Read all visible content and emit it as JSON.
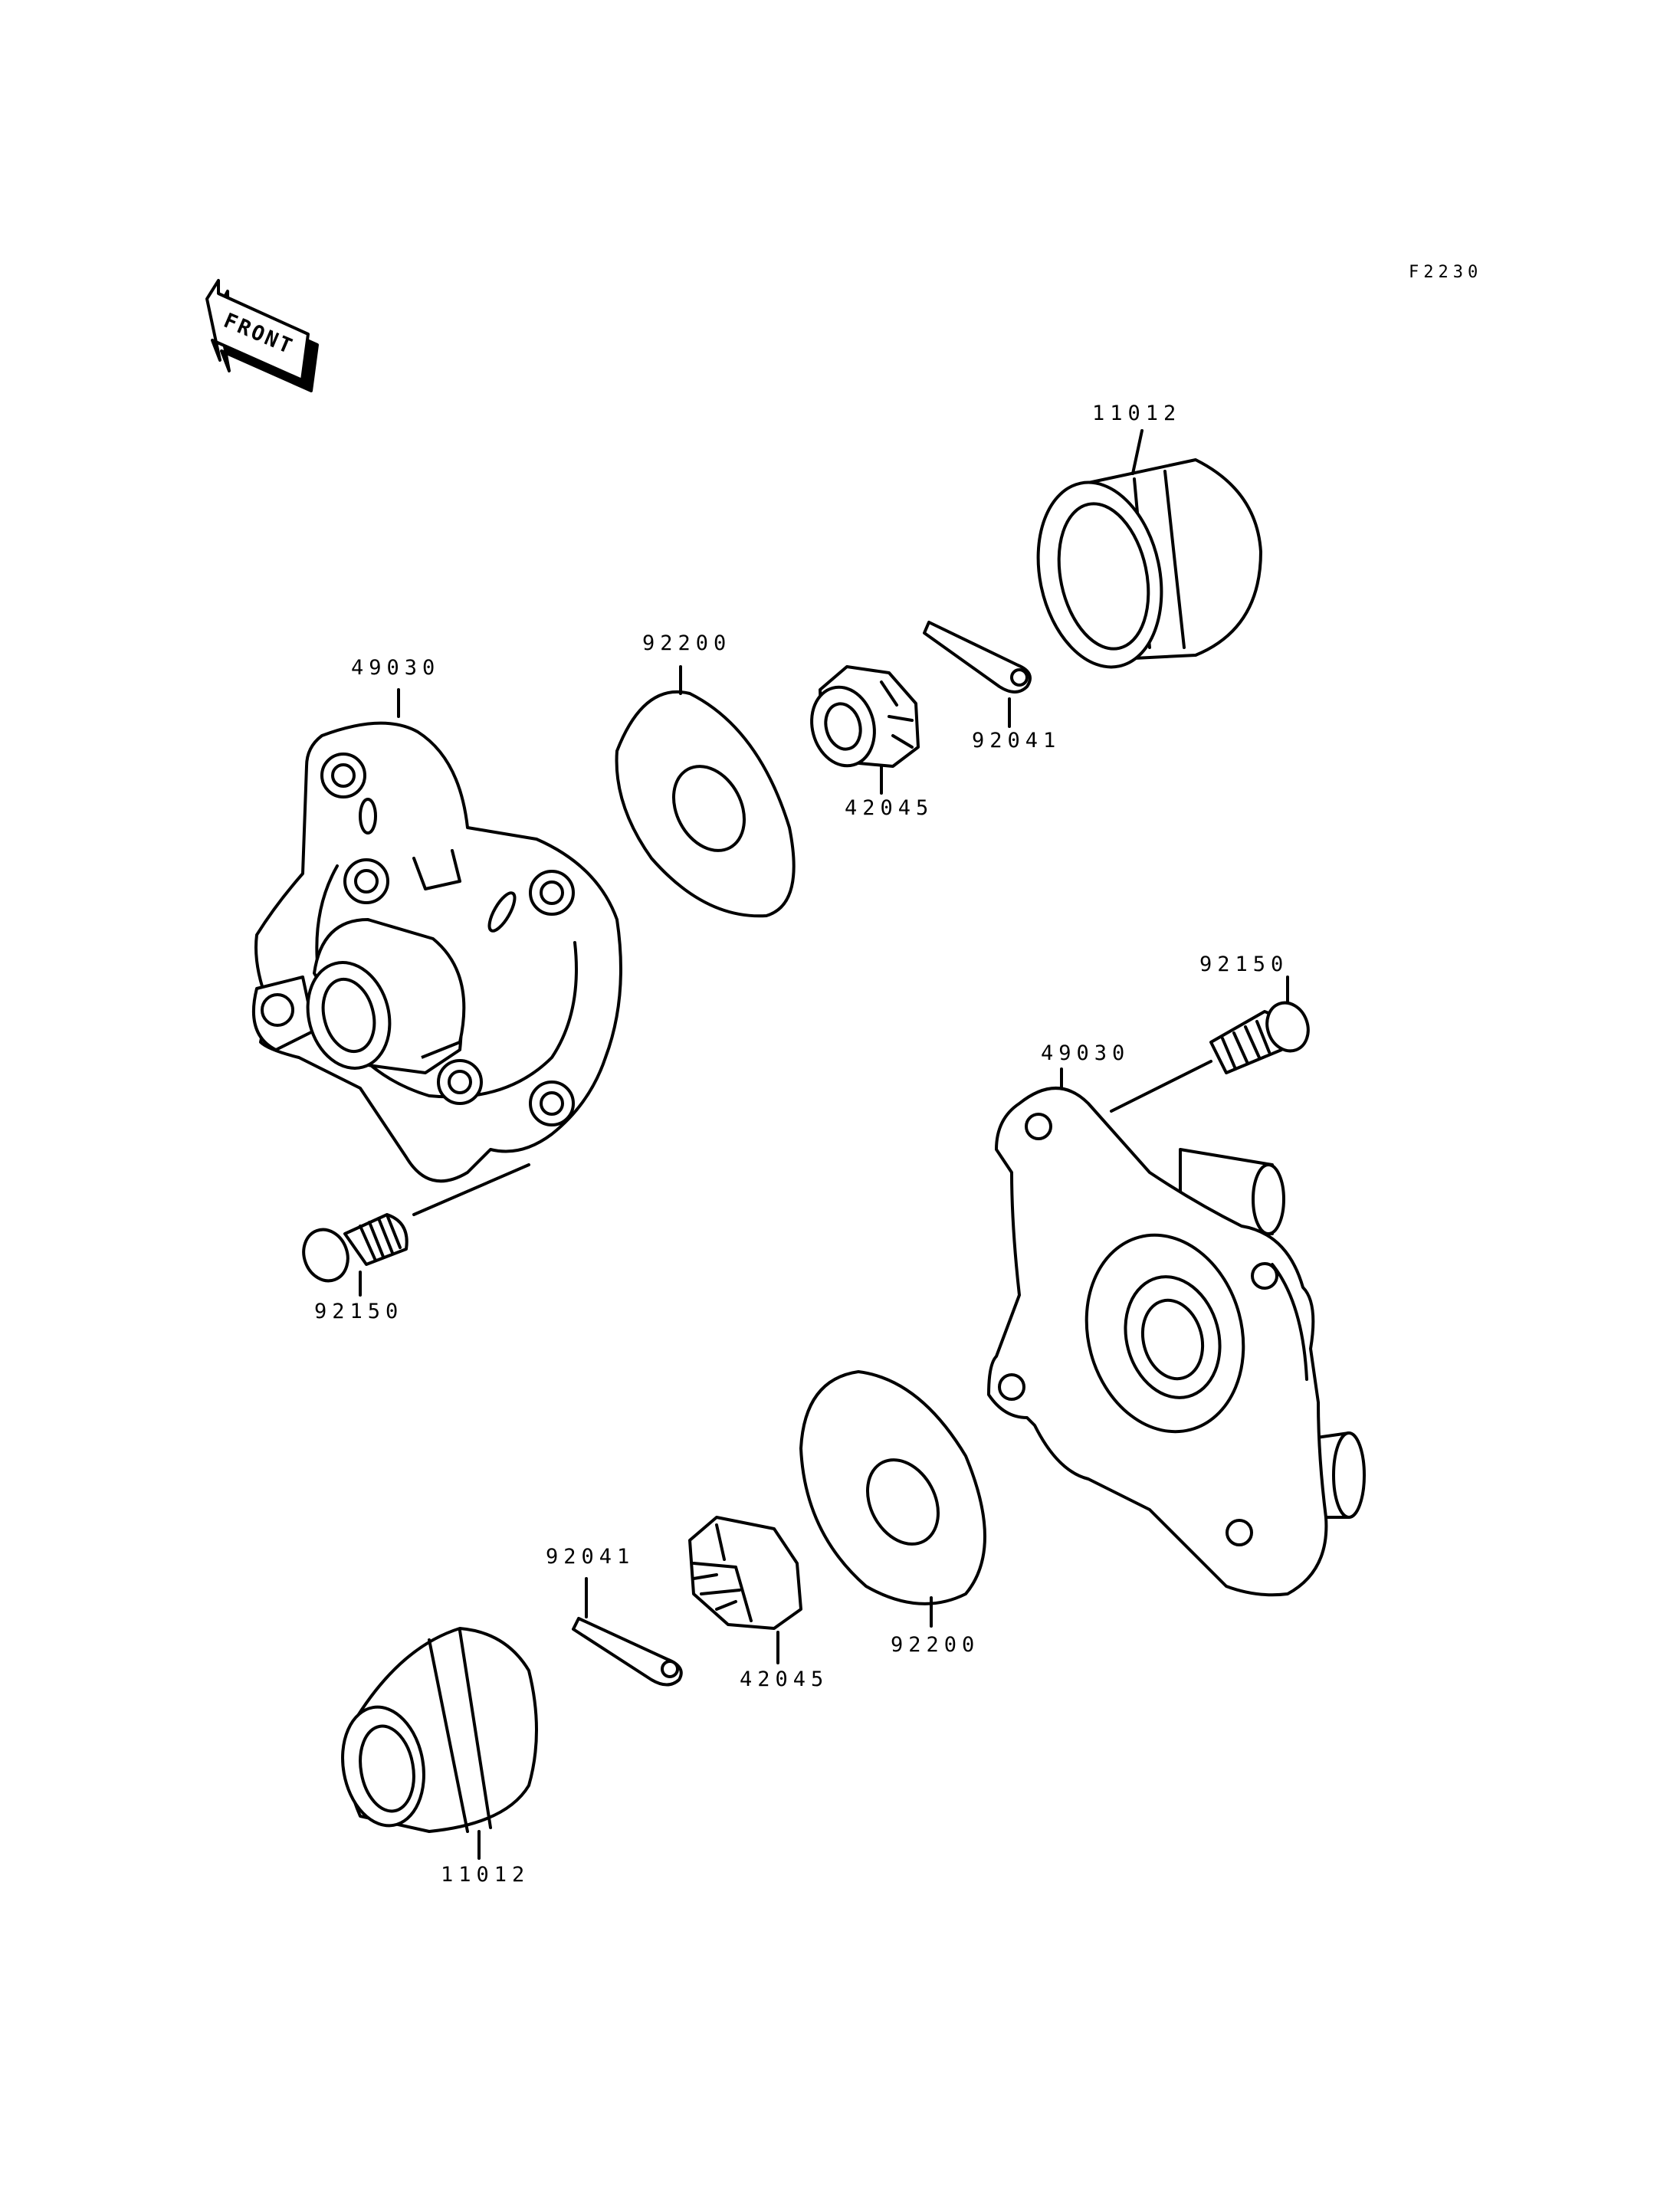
{
  "figure_code": "F2230",
  "front_label": "FRONT",
  "parts": {
    "p11012_top": "11012",
    "p92200_top": "92200",
    "p42045_top": "42045",
    "p92041_top": "92041",
    "p49030_left": "49030",
    "p92150_left": "92150",
    "p92150_right": "92150",
    "p49030_right": "49030",
    "p92041_bottom": "92041",
    "p42045_bottom": "42045",
    "p92200_bottom": "92200",
    "p11012_bottom": "11012"
  }
}
